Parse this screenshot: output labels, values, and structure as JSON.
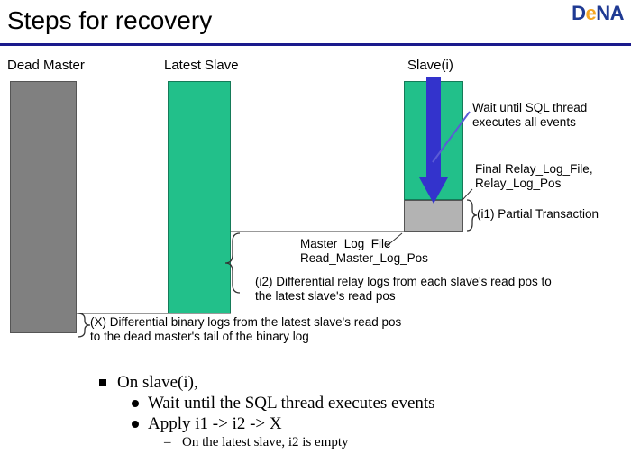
{
  "header": {
    "title": "Steps for recovery",
    "logo": {
      "part1": "D",
      "part2": "e",
      "part3": "NA"
    },
    "rule_color": "#1a1a8c"
  },
  "diagram": {
    "columns": [
      {
        "id": "dead-master",
        "caption": "Dead Master",
        "color": "#808080"
      },
      {
        "id": "latest-slave",
        "caption": "Latest Slave",
        "color": "#22c08a"
      },
      {
        "id": "slave-i",
        "caption": "Slave(i)",
        "color": "#22c08a",
        "tail_color": "#b3b3b3"
      }
    ],
    "arrow_color": "#3333cc",
    "annotations": {
      "wait_sql_line1": "Wait until SQL thread",
      "wait_sql_line2": "executes all events",
      "final_relay_line1": "Final Relay_Log_File,",
      "final_relay_line2": "Relay_Log_Pos",
      "partial_transaction": "(i1) Partial Transaction",
      "master_log_line1": "Master_Log_File",
      "master_log_line2": "Read_Master_Log_Pos",
      "i2_line1": "(i2) Differential relay logs from each slave's read pos to",
      "i2_line2": "the latest slave's read pos",
      "x_line1": "(X) Differential binary logs from the latest slave's read pos",
      "x_line2": "to the dead master's tail of the binary log"
    }
  },
  "bullets": {
    "level1": "On slave(i),",
    "level2_a": "Wait until the SQL thread executes events",
    "level2_b": "Apply i1 -> i2 -> X",
    "level3": "On the latest slave, i2 is empty"
  }
}
